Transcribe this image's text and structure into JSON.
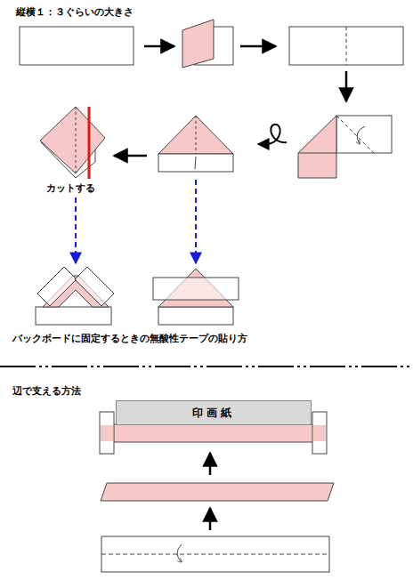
{
  "diagram": {
    "nodes": [
      {
        "text": [
          "印画紙"
        ]
      }
    ],
    "labels": [
      "縦横１：３ぐらいの大きさ",
      "カットする",
      "バックボードに固定するときの無酸性テープの貼り方",
      "辺で支える方法"
    ]
  }
}
